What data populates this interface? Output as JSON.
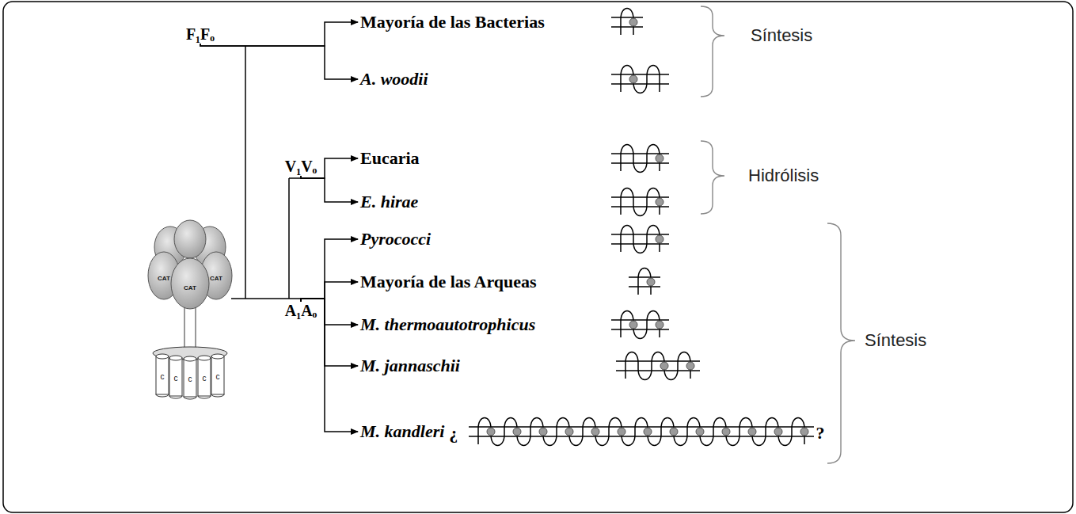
{
  "diagram": {
    "nodes": [
      {
        "text": [
          "F₁Fₒ"
        ]
      },
      {
        "text": [
          "Mayoría de las Bacterias"
        ]
      },
      {
        "text": [
          "A. woodii"
        ]
      },
      {
        "text": [
          "V₁Vₒ"
        ]
      },
      {
        "text": [
          "Eucaria"
        ]
      },
      {
        "text": [
          "E. hirae"
        ]
      },
      {
        "text": [
          "A₁Aₒ"
        ]
      },
      {
        "text": [
          "Pyrococci"
        ]
      },
      {
        "text": [
          "Mayoría de las Arqueas"
        ]
      },
      {
        "text": [
          "M. thermoautotrophicus"
        ]
      },
      {
        "text": [
          "M. jannaschii"
        ]
      },
      {
        "text": [
          "M. kandleri"
        ]
      }
    ],
    "edges": [
      {
        "from": 0,
        "to": 1,
        "arrow": "to"
      },
      {
        "from": 0,
        "to": 2,
        "arrow": "to"
      },
      {
        "from": 3,
        "to": 4,
        "arrow": "to"
      },
      {
        "from": 3,
        "to": 5,
        "arrow": "to"
      },
      {
        "from": 6,
        "to": 7,
        "arrow": "to"
      },
      {
        "from": 6,
        "to": 8,
        "arrow": "to"
      },
      {
        "from": 6,
        "to": 9,
        "arrow": "to"
      },
      {
        "from": 6,
        "to": 10,
        "arrow": "to"
      },
      {
        "from": 6,
        "to": 11,
        "arrow": "to"
      }
    ],
    "labels": [
      "Síntesis",
      "Hidrólisis",
      "Síntesis",
      "CAT",
      "CAT",
      "CAT",
      "c",
      "c",
      "c",
      "c",
      "c",
      "¿",
      "?"
    ]
  }
}
